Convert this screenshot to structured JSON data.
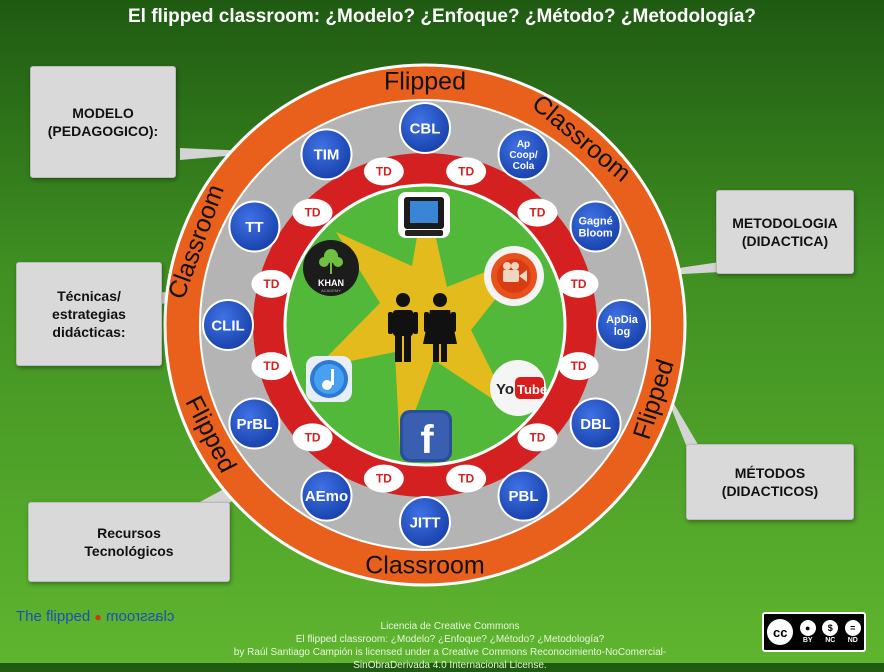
{
  "title": "El flipped classroom: ¿Modelo? ¿Enfoque? ¿Método? ¿Metodología?",
  "ring_words": [
    "Flipped",
    "Classroom",
    "Flipped",
    "Classroom",
    "Flipped",
    "Classroom"
  ],
  "outer_nodes": [
    "CBL",
    "Ap Coop/ Cola",
    "Gagné Bloom",
    "ApDia log",
    "DBL",
    "PBL",
    "JITT",
    "AEmo",
    "PrBL",
    "CLIL",
    "TT",
    "TIM"
  ],
  "td_label": "TD",
  "callouts": {
    "modelo": "MODELO\n(PEDAGOGICO):",
    "tecnicas": "Técnicas/\nestrategias\ndidácticas:",
    "recursos": "Recursos\nTecnológicos",
    "metodologia": "METODOLOGIA\n(DIDACTICA)",
    "metodos": "MÉTODOS\n(DIDACTICOS)"
  },
  "resources": {
    "khan": "KHAN",
    "khan_sub": "ACADEMY",
    "youtube_a": "You",
    "youtube_b": "Tube",
    "facebook": "f"
  },
  "footer": {
    "brand_a": "The flipped",
    "brand_b": "classroom",
    "license_1": "Licencia de Creative Commons",
    "license_2": "El flipped classroom: ¿Modelo? ¿Enfoque? ¿Método? ¿Metodología?",
    "license_3": "by Raúl Santiago Campión is licensed under a Creative Commons Reconocimiento-NoComercial-SinObraDerivada 4.0 Internacional License.",
    "cc": "cc",
    "cc_items": [
      "BY",
      "NC",
      "ND"
    ]
  },
  "colors": {
    "outer_ring": "#e8601c",
    "gray_ring": "#b4b4b4",
    "red_ring": "#d42020",
    "inner_green": "#52b83a",
    "star": "#e3bb1c",
    "node_blue": "#1f4fc6"
  },
  "icons": [
    "ipad-icon",
    "khan-academy-icon",
    "video-camera-icon",
    "people-icon",
    "itunes-icon",
    "youtube-icon",
    "facebook-icon"
  ]
}
